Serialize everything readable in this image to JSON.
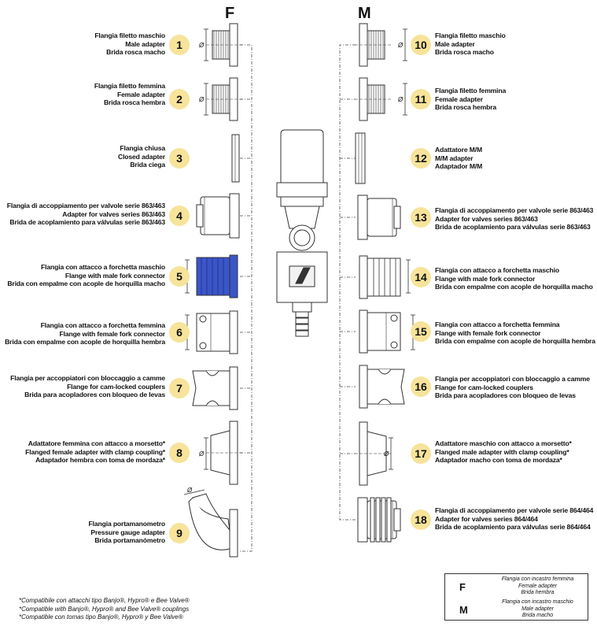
{
  "columns": {
    "left": "F",
    "right": "M"
  },
  "items": [
    {
      "n": "1",
      "lines": [
        "Flangia filetto maschio",
        "Male adapter",
        "Brida rosca macho"
      ]
    },
    {
      "n": "2",
      "lines": [
        "Flangia filetto femmina",
        "Female adapter",
        "Brida rosca hembra"
      ]
    },
    {
      "n": "3",
      "lines": [
        "Flangia chiusa",
        "Closed adapter",
        "Brida ciega"
      ]
    },
    {
      "n": "4",
      "lines": [
        "Flangia di accoppiamento per valvole serie 863/463",
        "Adapter for valves series 863/463",
        "Brida de acoplamiento para válvulas serie 863/463"
      ]
    },
    {
      "n": "5",
      "lines": [
        "Flangia con attacco a forchetta maschio",
        "Flange with male fork connector",
        "Brida con empalme con acople de horquilla macho"
      ]
    },
    {
      "n": "6",
      "lines": [
        "Flangia con attacco a forchetta femmina",
        "Flange with female fork connector",
        "Brida con empalme con acople de horquilla hembra"
      ]
    },
    {
      "n": "7",
      "lines": [
        "Flangia per accoppiatori con bloccaggio a camme",
        "Flange for cam-locked couplers",
        "Brida para acopladores con bloqueo de levas"
      ]
    },
    {
      "n": "8",
      "lines": [
        "Adattatore femmina con attacco a morsetto*",
        "Flanged female adapter with clamp coupling*",
        "Adaptador hembra con toma de mordaza*"
      ]
    },
    {
      "n": "9",
      "lines": [
        "Flangia portamanometro",
        "Pressure gauge adapter",
        "Brida portamanómetro"
      ]
    },
    {
      "n": "10",
      "lines": [
        "Flangia filetto maschio",
        "Male adapter",
        "Brida rosca macho"
      ]
    },
    {
      "n": "11",
      "lines": [
        "Flangia filetto femmina",
        "Female adapter",
        "Brida rosca hembra"
      ]
    },
    {
      "n": "12",
      "lines": [
        "Adattatore M/M",
        "M/M adapter",
        "Adaptador M/M"
      ]
    },
    {
      "n": "13",
      "lines": [
        "Flangia di accoppiamento per valvole serie 863/463",
        "Adapter for valves series 863/463",
        "Brida de acoplamiento para válvulas serie 863/463"
      ]
    },
    {
      "n": "14",
      "lines": [
        "Flangia con attacco a forchetta maschio",
        "Flange with male fork connector",
        "Brida con empalme con acople de horquilla macho"
      ]
    },
    {
      "n": "15",
      "lines": [
        "Flangia con attacco a forchetta femmina",
        "Flange with female fork connector",
        "Brida con empalme con acople de horquilla hembra"
      ]
    },
    {
      "n": "16",
      "lines": [
        "Flangia per accoppiatori con bloccaggio a camme",
        "Flange for cam-locked couplers",
        "Brida para acopladores con bloqueo de levas"
      ]
    },
    {
      "n": "17",
      "lines": [
        "Adattatore maschio con attacco a morsetto*",
        "Flanged male adapter with clamp coupling*",
        "Adaptador macho con toma de mordaza*"
      ]
    },
    {
      "n": "18",
      "lines": [
        "Flangia di accoppiamento per valvole serie 864/464",
        "Adapter for valves series 864/464",
        "Brida de acoplamiento para válvulas serie 864/464"
      ]
    }
  ],
  "dimension_symbol": "Ø",
  "footnotes": [
    "*Compatibile con attacchi tipo Banjo®, Hypro® e Bee Valve®",
    "*Compatible with Banjo®, Hypro® and Bee Valve® couplings",
    "*Compatible con tomas tipo Banjo®, Hypro® y Bee Valve®"
  ],
  "legend": [
    {
      "letter": "F",
      "lines": [
        "Flangia con incastro femmina",
        "Female adapter",
        "Brida hembra"
      ]
    },
    {
      "letter": "M",
      "lines": [
        "Flangia con incastro maschio",
        "Male adapter",
        "Brida macho"
      ]
    }
  ],
  "colors": {
    "badge": "#f7e39a",
    "highlight_part": "#3a55c8",
    "line": "#333333"
  }
}
